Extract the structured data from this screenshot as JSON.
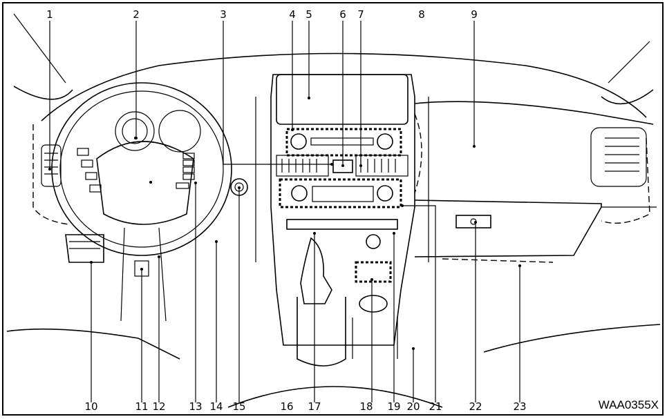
{
  "figure_code": "WAA0355X",
  "callouts": [
    {
      "id": "callout-1",
      "label": "1"
    },
    {
      "id": "callout-2",
      "label": "2"
    },
    {
      "id": "callout-3",
      "label": "3"
    },
    {
      "id": "callout-4",
      "label": "4"
    },
    {
      "id": "callout-5",
      "label": "5"
    },
    {
      "id": "callout-6",
      "label": "6"
    },
    {
      "id": "callout-7",
      "label": "7"
    },
    {
      "id": "callout-8",
      "label": "8"
    },
    {
      "id": "callout-9",
      "label": "9"
    },
    {
      "id": "callout-10",
      "label": "10"
    },
    {
      "id": "callout-11",
      "label": "11"
    },
    {
      "id": "callout-12",
      "label": "12"
    },
    {
      "id": "callout-13",
      "label": "13"
    },
    {
      "id": "callout-14",
      "label": "14"
    },
    {
      "id": "callout-15",
      "label": "15"
    },
    {
      "id": "callout-16",
      "label": "16"
    },
    {
      "id": "callout-17",
      "label": "17"
    },
    {
      "id": "callout-18",
      "label": "18"
    },
    {
      "id": "callout-19",
      "label": "19"
    },
    {
      "id": "callout-20",
      "label": "20"
    },
    {
      "id": "callout-21",
      "label": "21"
    },
    {
      "id": "callout-22",
      "label": "22"
    },
    {
      "id": "callout-23",
      "label": "23"
    }
  ]
}
